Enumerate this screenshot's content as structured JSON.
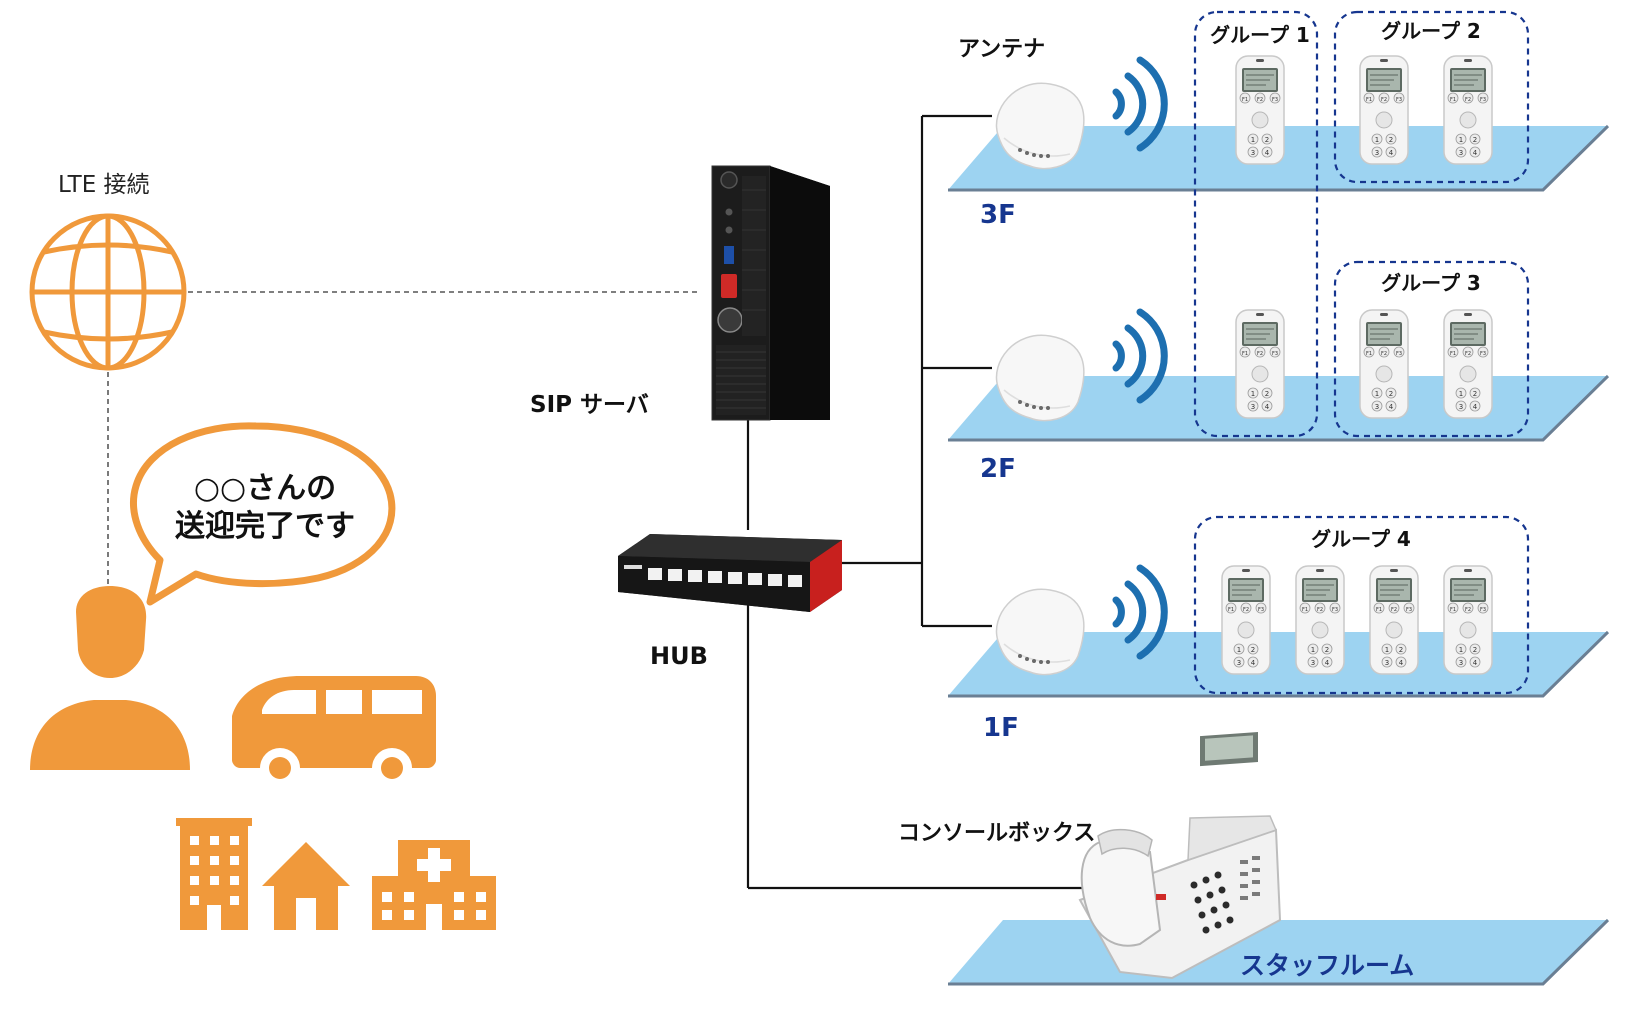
{
  "labels": {
    "lte": "LTE 接続",
    "sip_server": "SIP サーバ",
    "hub": "HUB",
    "antenna": "アンテナ",
    "console_box": "コンソールボックス",
    "staff_room": "スタッフルーム",
    "speech_line1": "○○さんの",
    "speech_line2": "送迎完了です"
  },
  "floors": [
    {
      "label": "3F"
    },
    {
      "label": "2F"
    },
    {
      "label": "1F"
    }
  ],
  "groups": [
    {
      "label": "グループ 1"
    },
    {
      "label": "グループ 2"
    },
    {
      "label": "グループ 3"
    },
    {
      "label": "グループ 4"
    }
  ],
  "phone_keys": [
    "F1",
    "F2",
    "F3",
    "1",
    "2",
    "3",
    "4"
  ],
  "colors": {
    "accent_orange": "#f0993b",
    "floor_blue": "#9dd3f1",
    "floor_edge": "#6a7f94",
    "wave_blue": "#1d6fb0",
    "group_border": "#16368f",
    "floor_label": "#16368f",
    "hub_red": "#c8201e"
  },
  "icons": [
    "globe-icon",
    "person-icon",
    "van-icon",
    "building-icon",
    "house-icon",
    "hospital-icon",
    "antenna-icon",
    "wifi-waves-icon",
    "handset-icon",
    "desk-phone-icon",
    "server-icon",
    "hub-icon"
  ]
}
